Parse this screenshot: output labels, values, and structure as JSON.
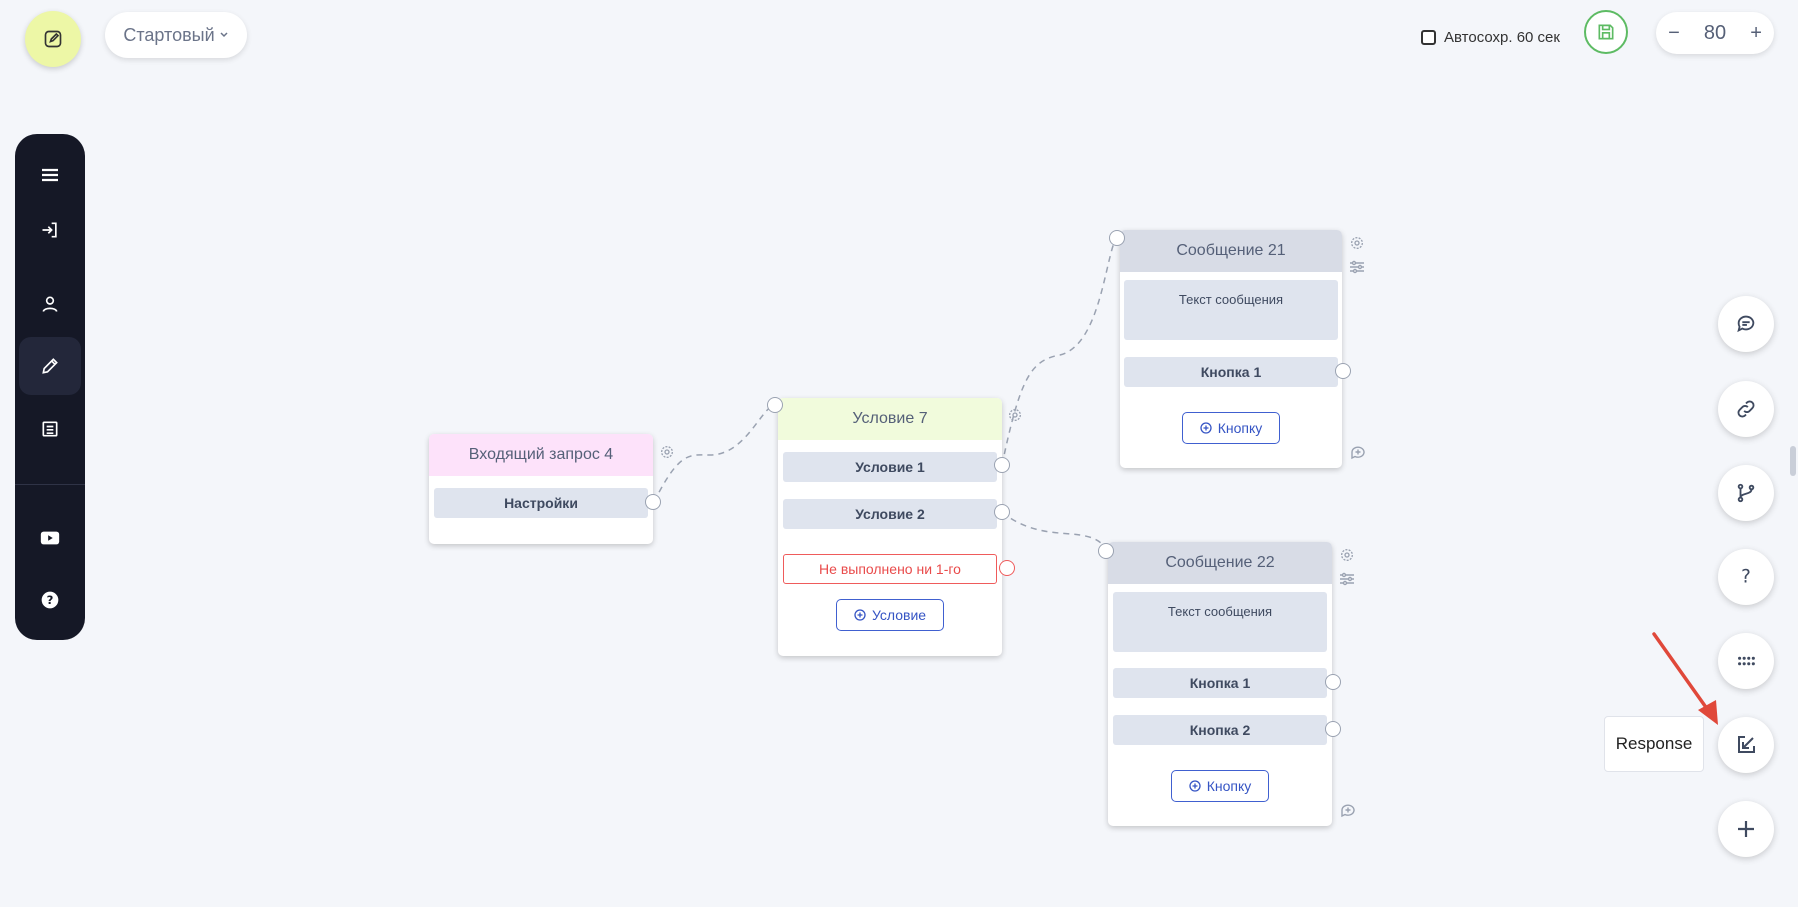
{
  "toolbar": {
    "preset_label": "Стартовый",
    "autosave_label": "Автосохр. 60 сек",
    "zoom_minus": "−",
    "zoom_value": "80",
    "zoom_plus": "+"
  },
  "sidebar": {
    "items": [
      {
        "icon": "menu-icon"
      },
      {
        "icon": "login-icon"
      },
      {
        "icon": "user-icon"
      },
      {
        "icon": "pencil-icon",
        "active": true
      },
      {
        "icon": "table-icon"
      },
      {
        "icon": "youtube-icon"
      },
      {
        "icon": "help-icon"
      }
    ]
  },
  "nodes": {
    "incoming": {
      "title": "Входящий запрос 4",
      "row": "Настройки"
    },
    "condition": {
      "title": "Условие 7",
      "rows": [
        "Условие 1",
        "Условие 2"
      ],
      "fail_label": "Не выполнено ни 1-го",
      "add_label": "Условие"
    },
    "message21": {
      "title": "Сообщение 21",
      "text": "Текст сообщения",
      "rows": [
        "Кнопка 1"
      ],
      "add_label": "Кнопку"
    },
    "message22": {
      "title": "Сообщение 22",
      "text": "Текст сообщения",
      "rows": [
        "Кнопка 1",
        "Кнопка 2"
      ],
      "add_label": "Кнопку"
    }
  },
  "right_panel": {
    "tooltip": "Response",
    "buttons": [
      "comment-icon",
      "link-icon",
      "branch-icon",
      "question-icon",
      "grid-icon",
      "response-icon",
      "plus-icon"
    ]
  },
  "colors": {
    "incoming_header": "#fde2fa",
    "condition_header": "#f1fbdc",
    "message_header": "#d8dce6",
    "sidebar_bg": "#151826",
    "accent_blue": "#3554c4",
    "error_red": "#ef5b5b"
  }
}
